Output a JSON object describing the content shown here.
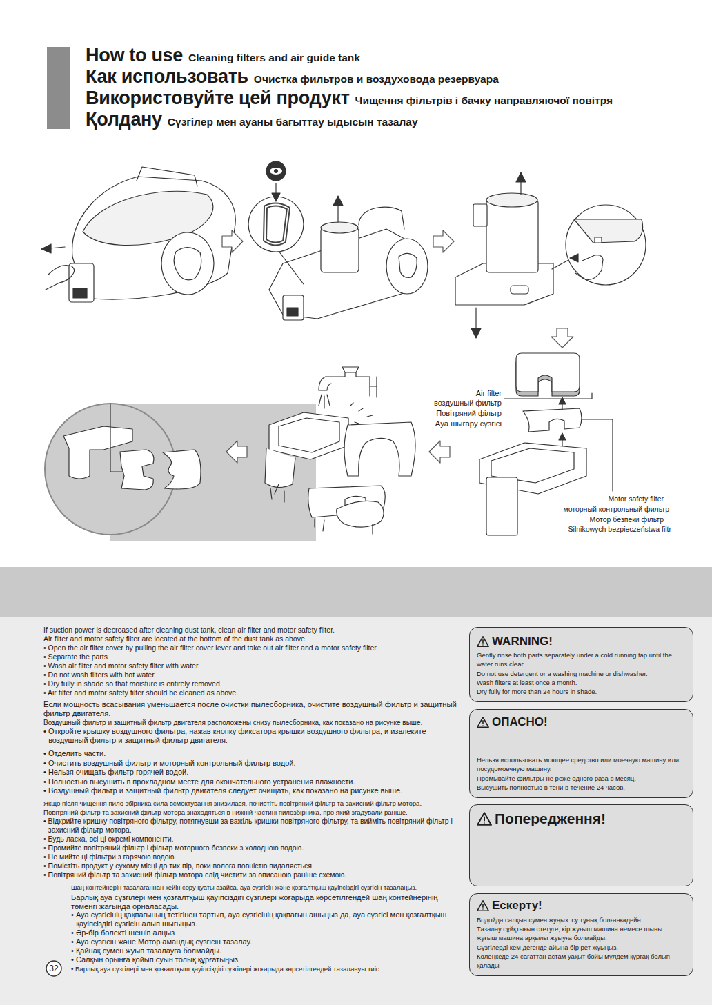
{
  "diagram": {
    "title": "How to use",
    "nodes": [
      {
        "text": [
          "WARNING!",
          "Gently rinse both parts separately under a cold running tap until the water runs clear.",
          "Do not use detergent or a washing machine or dishwasher.",
          "Wash filters at least once a month.",
          "Dry fully for more than 24 hours in shade."
        ]
      },
      {
        "text": [
          "ОПАСНО!",
          "Нельзя использовать моющее средство или моечную машину или посудомоечную машину.",
          "Промывайте фильтры не реже одного раза в месяц.",
          "Высушить полностью в тени в течение 24 часов."
        ]
      },
      {
        "text": [
          "Попередження!"
        ]
      },
      {
        "text": [
          "Ескерту!",
          "Водойда салқын сумен жуңыз. су тұнық болғанғадейн.",
          "Тазалау сұйқтығын стетуге, кір жуғыш машина немесе шыны жуғыш машина арқылы жуыуға болмайды.",
          "Сүзгілерді кем дегенде айына бір рет жуыңыз.",
          "Көлеңкеде 24 сағаттан астам уақыт бойы мүлдем құрғақ болып қалады"
        ]
      }
    ],
    "labels": [
      "Cleaning filters and air guide tank",
      "Как использовать",
      "Очистка фильтров и воздуховода резервуара",
      "Використовуйте цей продукт",
      "Чищення фільтрів і бачку направляючої повітря",
      "Қолдану",
      "Сүзгілер мен ауаны бағыттау ыдысын тазалау",
      "Air filter",
      "воздушный фильтр",
      "Повітряний фільтр",
      "Ауа шығару сүзгісі",
      "Motor safety filter",
      "моторный контрольный фильтр",
      "Мотор безпеки фільтр",
      "Silnikowych bezpieczeństwa filtr",
      "If suction power is decreased after cleaning dust tank, clean air filter and motor safety filter.",
      "Air filter and motor safety filter are located at the bottom of the dust tank as above.",
      "• Open the air filter cover by pulling the air filter cover lever and take out air filter and a motor safety filter.",
      "• Separate the parts",
      "• Wash air filter and motor safety filter with water.",
      "• Do not wash filters with hot water.",
      "• Dry fully in shade so that moisture is entirely removed.",
      "• Air filter and motor safety filter should be cleaned as above.",
      "Если мощность всасывания уменьшается после очистки пылесборника, очистите воздушный фильтр и защитный фильтр двигателя.",
      "Воздушный фильтр и защитный фильтр двигателя расположены снизу пылесборника, как показано на рисунке выше.",
      "• Откройте крышку воздушного фильтра, нажав кнопку фиксатора крышки воздушного фильтра, и извлеките воздушный фильтр и защитный фильтр двигателя.",
      "• Отделить части.",
      "• Очистить воздушный фильтр и моторный контрольный фильтр водой.",
      "• Нельзя очищать фильтр горячей водой.",
      "• Полностью высушить в прохладном месте для окончательного устранения влажности.",
      "• Воздушный фильтр и защитный фильтр двигателя следует очищать, как показано на рисунке выше.",
      "Якщо після чищення пило збірника сила всмоктування знизилася, почистіть повітряний фільтр та захисний фільтр мотора.",
      "Повітряний фільтр та захисний фільтр мотора знаходяться в нижній частині пилозбірника, про який згадували раніше.",
      "• Відкрийте кришку повітряного фільтру, потягнувши за важіль кришки повітряного фільтру, та вийміть повітряний фільтр і захисний фільтр мотора.",
      "• Будь ласка, всі ці окремі компоненти.",
      "• Промийте повітряний фільтр і фільтр моторного безпеки з холодною водою.",
      "• Не мийте ці фільтри з гарячою водою.",
      "• Помістіть продукт у сухому місці до тих пір, поки волога повністю видаляється.",
      "• Повітряний фільтр та захисний фільтр мотора слід чистити за описаною раніше схемою.",
      "Шаң контейнерін тазалағаннан кейін сору қуаты азайса, ауа сүзгісін және қозғалтқыш қауіпсіздігі сүзгісін тазалаңыз.",
      "Барлық ауа сүзгілері мен қозғалтқыш қауіпсіздігі сүзгілері жоғарыда көрсетілгендей шаң контейнерінің төменгі жағында орналасады.",
      "• Ауа сүзгісінің қақпағының тетігінен тартып, ауа сүзгісінің қақпағын ашыңыз да, ауа сүзгісі мен қозғалтқыш қауіпсіздігі сүзгісін алып шығыңыз.",
      "• Әр-бір бөлекті шешіп алңыз",
      "• Ауа сүзгісін және Мотор амандық сүзгісін тазалау.",
      "• Қайнақ сумен жуып тазалауға болмайды.",
      "• Салқын орынға қойып суын толық құрғатыңыз.",
      "• Барлық ауа сүзгілері мен қозғалтқыш қауіпсіздігі сүзгілері жоғарыда көрсетілгендей тазалануы тиіс.",
      "32"
    ]
  }
}
